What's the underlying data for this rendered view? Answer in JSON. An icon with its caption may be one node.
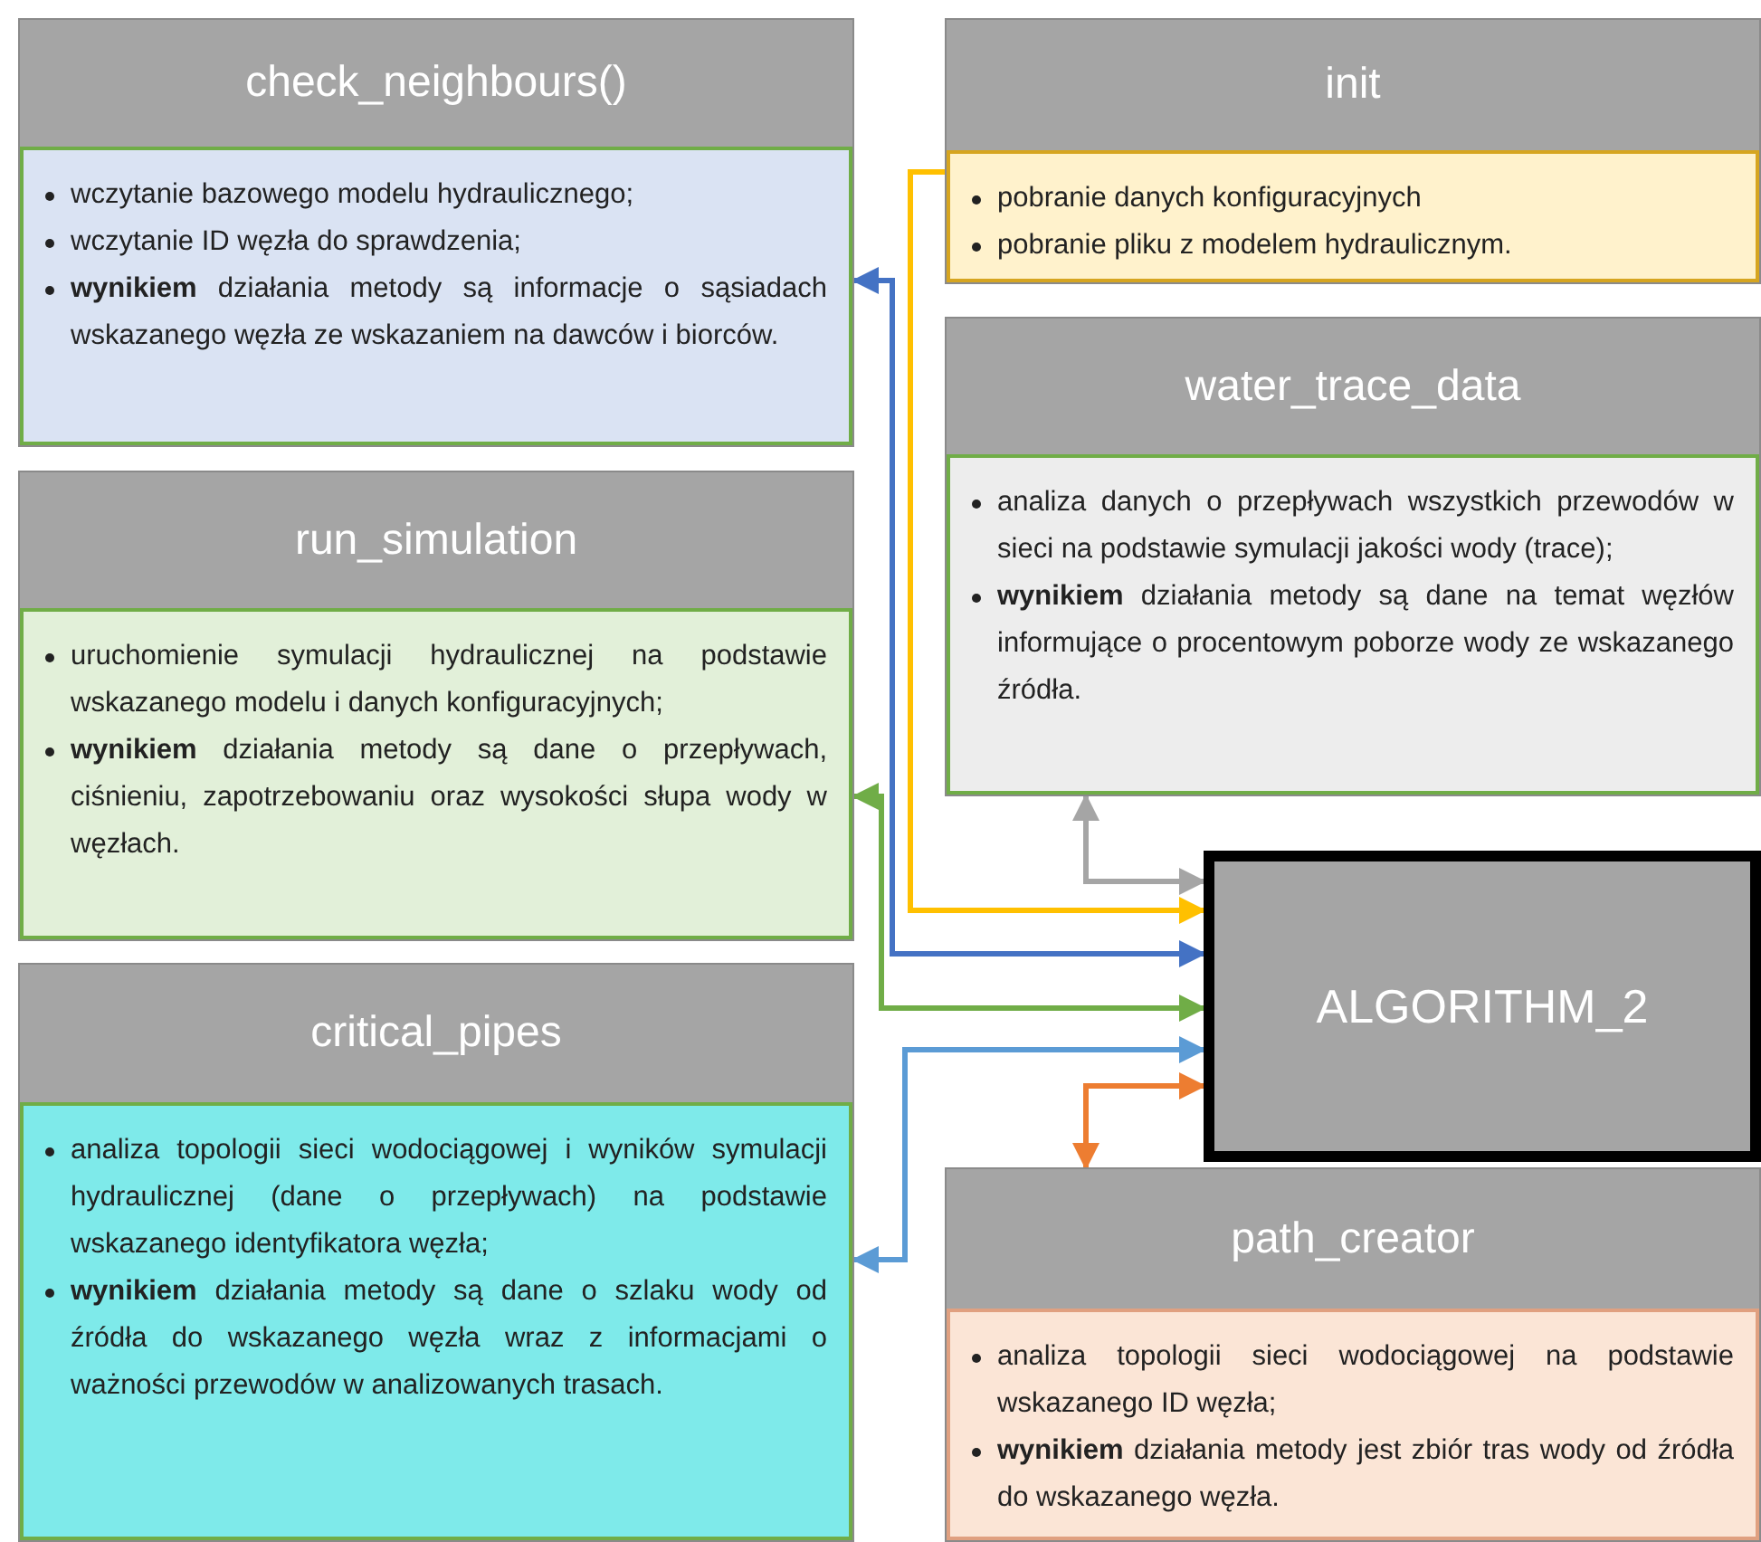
{
  "diagram": {
    "nodes": [
      {
        "text": [
          "check_neighbours()",
          "wczytanie bazowego modelu hydraulicznego;",
          "wczytanie ID węzła do sprawdzenia;",
          "**wynikiem** działania metody są informacje o sąsiadach wskazanego węzła ze wskazaniem na dawców i biorców."
        ]
      },
      {
        "text": [
          "init",
          "pobranie danych konfiguracyjnych",
          "pobranie pliku z modelem hydraulicznym."
        ]
      },
      {
        "text": [
          "water_trace_data",
          "analiza danych o przepływach wszystkich przewodów w sieci na podstawie symulacji jakości wody (trace);",
          "**wynikiem** działania metody są dane na temat węzłów informujące o procentowym poborze wody ze wskazanego źródła."
        ]
      },
      {
        "text": [
          "run_simulation",
          "uruchomienie symulacji hydraulicznej na podstawie wskazanego modelu i danych konfiguracyjnych;",
          "**wynikiem** działania metody są dane o przepływach, ciśnieniu, zapotrzebowaniu oraz wysokości słupa wody w węzłach."
        ]
      },
      {
        "text": [
          "ALGORITHM_2"
        ]
      },
      {
        "text": [
          "critical_pipes",
          "analiza topologii sieci wodociągowej i wyników symulacji hydraulicznej (dane o przepływach) na podstawie wskazanego identyfikatora węzła;",
          "**wynikiem** działania metody są dane o szlaku wody od źródła do wskazanego węzła wraz z informacjami o ważności przewodów w analizowanych trasach."
        ]
      },
      {
        "text": [
          "path_creator",
          "analiza topologii sieci wodociągowej na podstawie wskazanego ID węzła;",
          "**wynikiem** działania metody jest zbiór tras wody od źródła do wskazanego węzła."
        ]
      }
    ],
    "edges": [
      {
        "from": 1,
        "to": 4,
        "arrow": "to",
        "color": "#ffc000"
      },
      {
        "from": 0,
        "to": 4,
        "arrow": "both",
        "color": "#4472c4"
      },
      {
        "from": 3,
        "to": 4,
        "arrow": "both",
        "color": "#70ad47"
      },
      {
        "from": 5,
        "to": 4,
        "arrow": "both",
        "color": "#5b9bd5"
      },
      {
        "from": 2,
        "to": 4,
        "arrow": "both",
        "color": "#a5a5a5"
      },
      {
        "from": 6,
        "to": 4,
        "arrow": "both",
        "color": "#ed7d31"
      }
    ]
  }
}
